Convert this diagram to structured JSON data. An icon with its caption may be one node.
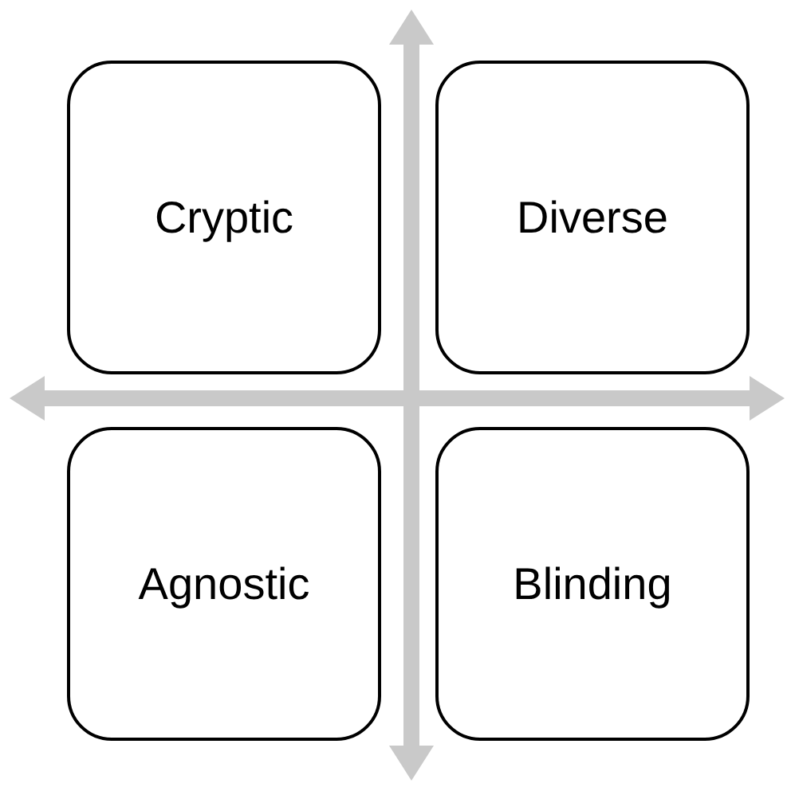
{
  "diagram": {
    "nodes": [
      {
        "text": [
          "Cryptic"
        ]
      },
      {
        "text": [
          "Diverse"
        ]
      },
      {
        "text": [
          "Agnostic"
        ]
      },
      {
        "text": [
          "Blinding"
        ]
      }
    ]
  }
}
